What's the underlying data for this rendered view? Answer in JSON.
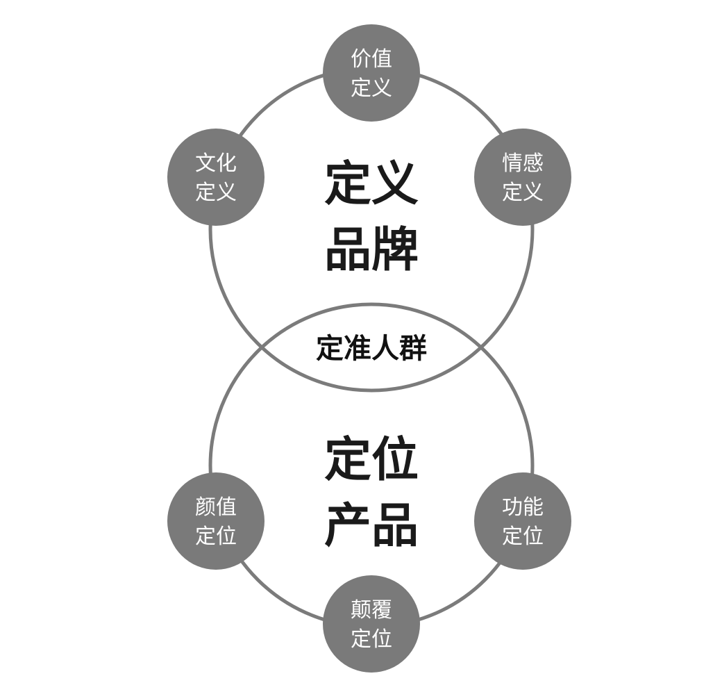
{
  "brand_circle": {
    "title_line1": "定义",
    "title_line2": "品牌",
    "nodes": [
      {
        "line1": "价值",
        "line2": "定义"
      },
      {
        "line1": "文化",
        "line2": "定义"
      },
      {
        "line1": "情感",
        "line2": "定义"
      }
    ]
  },
  "product_circle": {
    "title_line1": "定位",
    "title_line2": "产品",
    "nodes": [
      {
        "line1": "颜值",
        "line2": "定位"
      },
      {
        "line1": "功能",
        "line2": "定位"
      },
      {
        "line1": "颠覆",
        "line2": "定位"
      }
    ]
  },
  "overlap_label": "定准人群",
  "colors": {
    "ring": "#7b7b7b",
    "node_fill": "#7a7a7a",
    "node_text": "#ffffff",
    "title_text": "#1a1a1a"
  }
}
